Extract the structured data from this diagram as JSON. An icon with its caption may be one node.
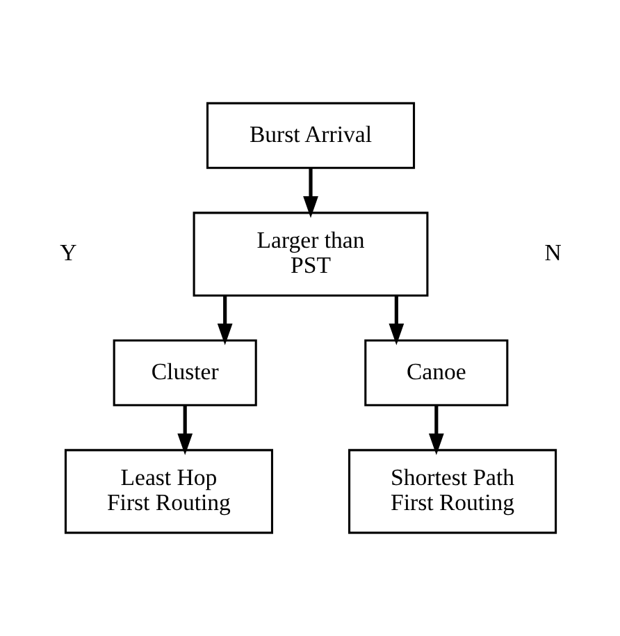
{
  "diagram": {
    "nodes": [
      {
        "text": [
          "Burst Arrival"
        ]
      },
      {
        "text": [
          "Larger than PST"
        ]
      },
      {
        "text": [
          "Cluster"
        ]
      },
      {
        "text": [
          "Canoe"
        ]
      },
      {
        "text": [
          "Least Hop First Routing"
        ]
      },
      {
        "text": [
          "Shortest Path First Routing"
        ]
      }
    ],
    "edges": [
      {
        "from": 0,
        "to": 1,
        "arrow": "to"
      },
      {
        "from": 1,
        "to": 2,
        "arrow": "to"
      },
      {
        "from": 1,
        "to": 3,
        "arrow": "to"
      },
      {
        "from": 2,
        "to": 4,
        "arrow": "to"
      },
      {
        "from": 3,
        "to": 5,
        "arrow": "to"
      }
    ],
    "labels": [
      "Y",
      "N"
    ]
  }
}
